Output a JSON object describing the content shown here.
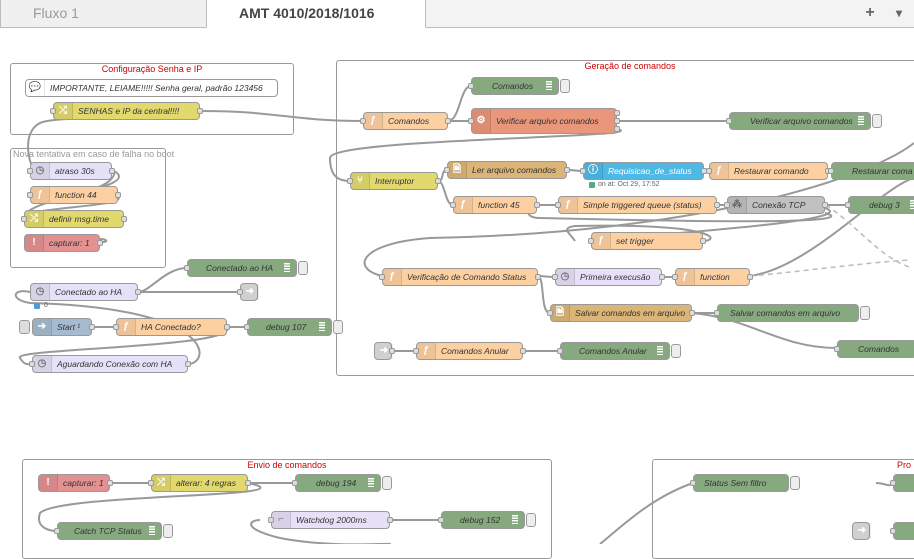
{
  "tabs": [
    {
      "label": "Fluxo 1",
      "active": false
    },
    {
      "label": "AMT 4010/2018/1016",
      "active": true
    }
  ],
  "tab_actions": {
    "add": "+",
    "menu": "▾"
  },
  "groups": {
    "config": "Configuração Senha e IP",
    "retry": "Nova tentativa em caso de falha no boot",
    "geracao": "Geração de comandos",
    "envio": "Envio de comandos",
    "right": "Pro"
  },
  "nodes": {
    "comment_important": "IMPORTANTE, LEIAME!!!!! Senha geral, padrão 123456",
    "senhas_ip": "SENHAS e IP da central!!!!",
    "atraso": "atraso 30s",
    "function44": "function 44",
    "definir_msg": "definir msg.time",
    "capturar1": "capturar: 1",
    "conectado_ha_debug": "Conectado ao HA",
    "conectado_ha": "Conectado ao HA",
    "conectado_count": "0",
    "start": "Start ¹",
    "ha_conectado": "HA Conectado?",
    "debug107": "debug 107",
    "aguardando": "Aguardando Conexão com HA",
    "comandos_debug": "Comandos",
    "comandos_func": "Comandos",
    "verificar_arquivo": "Verificar arquivo comandos",
    "verificar_arquivo_debug": "Verificar arquivo comandos",
    "interruptor": "Interruptor",
    "ler_arquivo": "Ler arquivo comandos",
    "requisicao": "Requisicao_de_status",
    "requisicao_status": "on at: Oct 29, 17:52",
    "restaurar": "Restaurar comando",
    "restaurar_debug": "Restaurar coma",
    "function45": "function 45",
    "simple_queue": "Simple triggered queue (status)",
    "conexao_tcp": "Conexão TCP",
    "debug3": "debug 3",
    "set_trigger": "set trigger",
    "verificacao": "Verificação de Comando Status",
    "primeira": "Primeira execusão",
    "function": "function",
    "salvar": "Salvar comandos em arquivo",
    "salvar_debug": "Salvar comandos em arquivo",
    "comandos_debug2": "Comandos",
    "comandos_anular": "Comandos Anular",
    "comandos_anular_debug": "Comandos Anular",
    "capturar1b": "capturar: 1",
    "alterar": "alterar: 4 regras",
    "debug194": "debug 194",
    "catch_tcp": "Catch TCP Status",
    "watchdog": "Watchdog 2000ms",
    "debug152": "debug 152",
    "status_sem_filtro": "Status Sem filtro"
  },
  "icons": {
    "func": "function-icon",
    "debug": "debug-bars-icon",
    "change": "shuffle-icon",
    "delay": "clock-icon",
    "catch": "exclamation-icon",
    "file": "file-icon",
    "exec": "gear-icon",
    "link": "link-arrow-icon",
    "inject": "arrow-right-icon",
    "switch": "switch-icon",
    "info": "info-icon"
  },
  "colors": {
    "function": "#fdd0a2",
    "debug": "#87a980",
    "change": "#e2d96e",
    "delay": "#e6e0f8",
    "catch": "#e49191",
    "group_label": "#cc0000",
    "request": "#4fb9e6"
  }
}
